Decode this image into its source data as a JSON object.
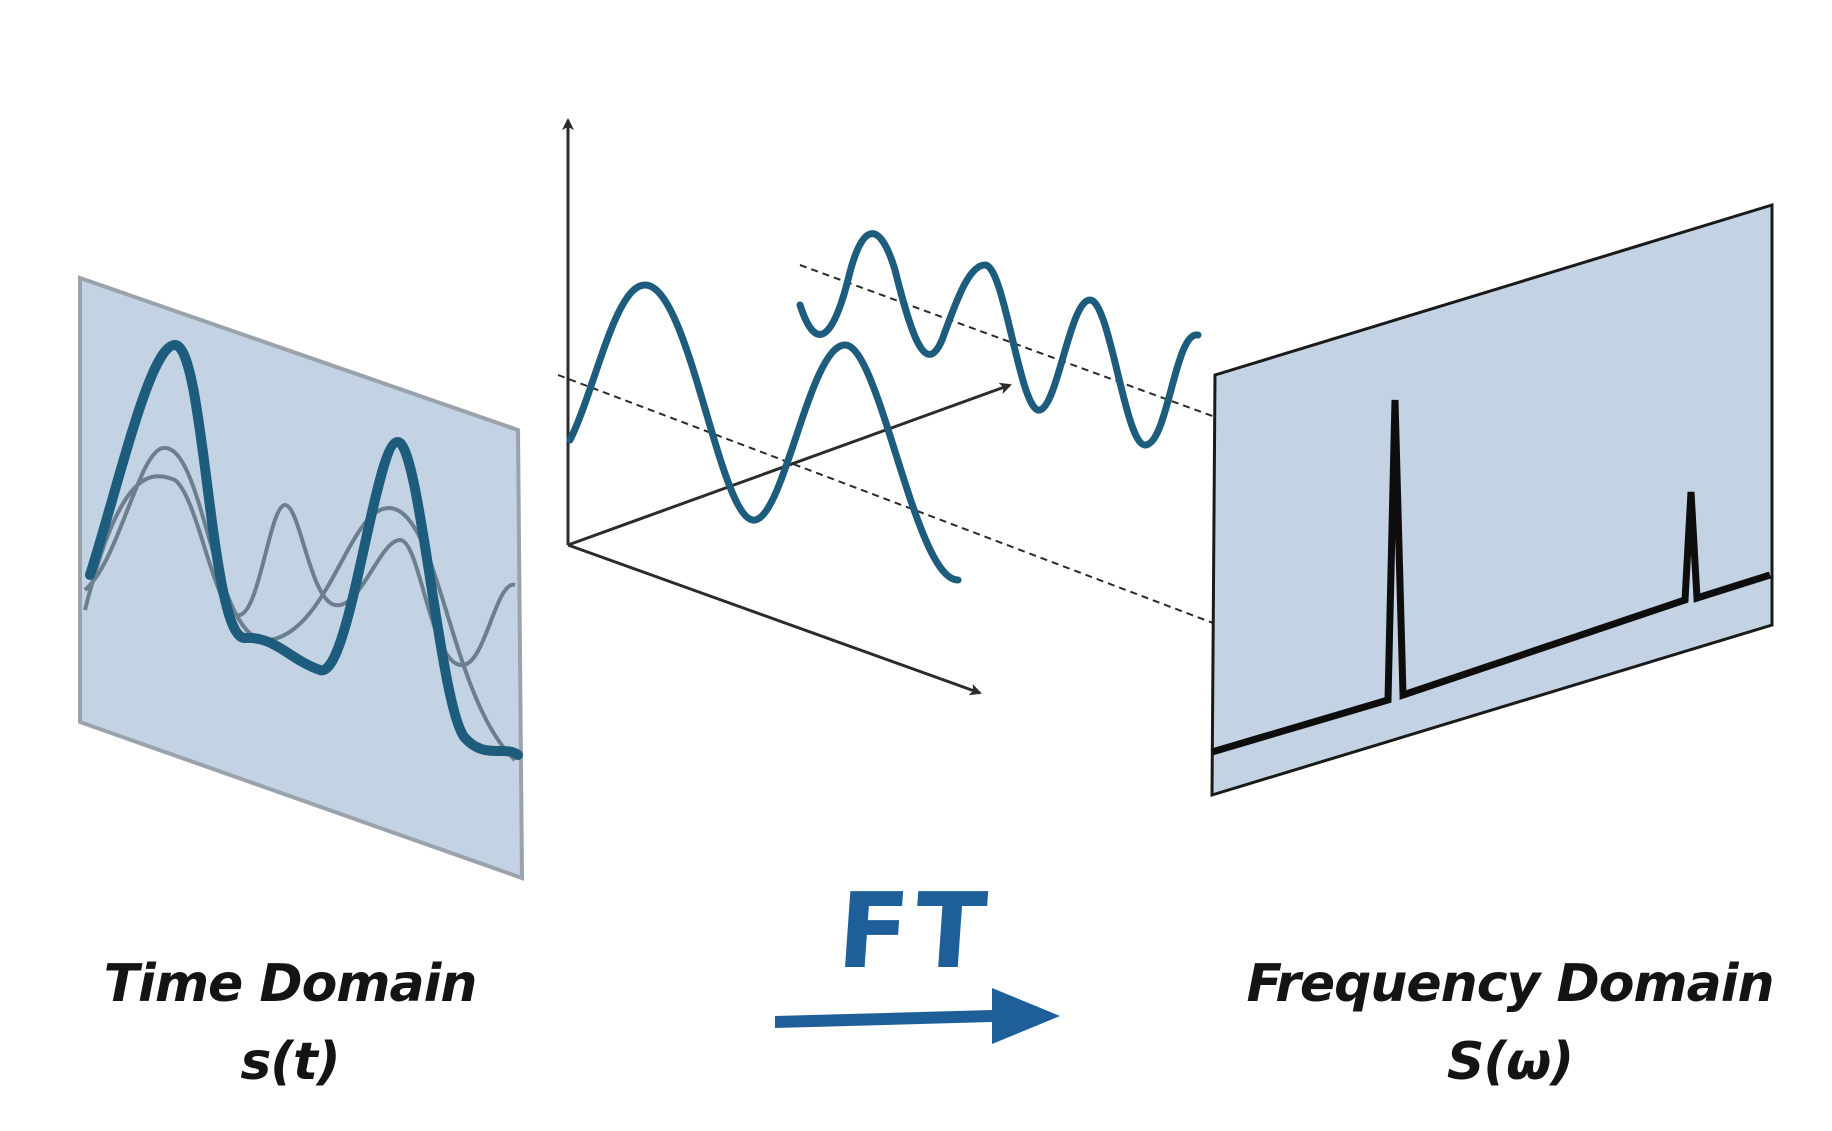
{
  "diagram": {
    "left_panel": {
      "caption_title": "Time Domain",
      "caption_symbol": "s(t)"
    },
    "right_panel": {
      "caption_title": "Frequency Domain",
      "caption_symbol": "S(ω)"
    },
    "transform_arrow": {
      "label": "FT"
    },
    "colors": {
      "panel_fill": "#c3d3e3",
      "wave": "#1d5c7c",
      "component_wave": "#6c7f8c",
      "arrow": "#1f5f99",
      "axis": "#2b2b2b"
    }
  }
}
